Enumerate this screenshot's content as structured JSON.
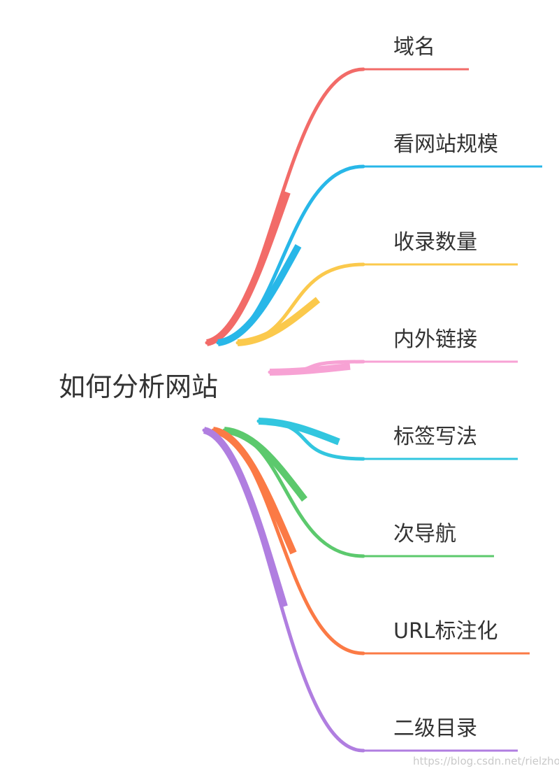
{
  "root": {
    "label": "如何分析网站"
  },
  "branches": [
    {
      "label": "域名",
      "color": "#f26b68"
    },
    {
      "label": "看网站规模",
      "color": "#28b7e8"
    },
    {
      "label": "收录数量",
      "color": "#fbc94c"
    },
    {
      "label": "内外链接",
      "color": "#f7a2d4"
    },
    {
      "label": "标签写法",
      "color": "#32c6df"
    },
    {
      "label": "次导航",
      "color": "#5cc96d"
    },
    {
      "label": "URL标注化",
      "color": "#fb7a45"
    },
    {
      "label": "二级目录",
      "color": "#b07ee0"
    }
  ],
  "watermark": "https://blog.csdn.net/rielzhou"
}
